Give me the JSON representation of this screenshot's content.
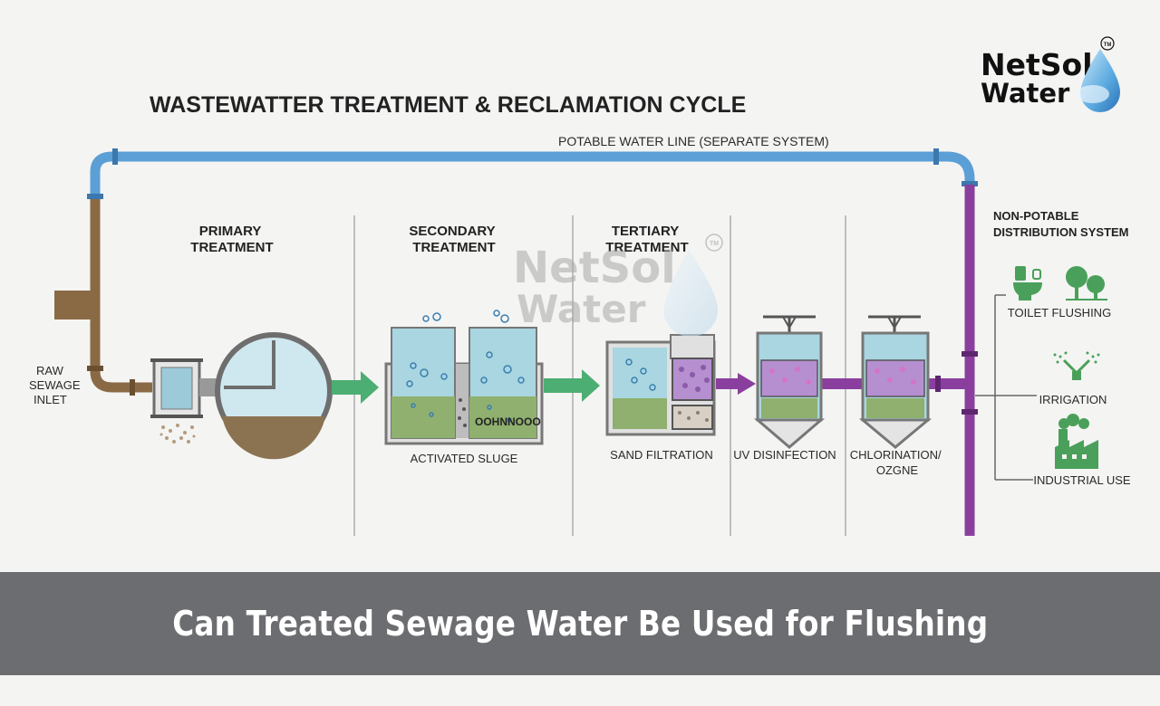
{
  "diagram": {
    "title": "WASTEWATTER TREATMENT & RECLAMATION CYCLE",
    "potable_line_label": "POTABLE WATER LINE (SEPARATE SYSTEM)",
    "inlet_label": [
      "RAW",
      "SEWAGE",
      "INLET"
    ],
    "stages": {
      "primary": [
        "PRIMARY",
        "TREATMENT"
      ],
      "secondary": [
        "SECONDARY",
        "TREATMENT"
      ],
      "tertiary": [
        "TERTIARY",
        "TREATMENT"
      ]
    },
    "tank_text": "OOHNNOOO",
    "units": {
      "activated_sludge": "ACTIVATED SLUGE",
      "sand_filtration": "SAND FILTRATION",
      "uv_disinfection": "UV DISINFECTION",
      "chlorination": [
        "CHLORINATION/",
        "OZGNE"
      ]
    },
    "distribution": {
      "title": [
        "NON-POTABLE",
        "DISTRIBUTION SYSTEM"
      ],
      "uses": [
        "TOILET FLUSHING",
        "IRRIGATION",
        "INDUSTRIAL USE"
      ]
    },
    "colors": {
      "potable_pipe": "#5b9fd6",
      "sewage_pipe": "#8a6a45",
      "treated_pipe": "#8a3f9e",
      "water": "#a9d6e0",
      "sludge": "#8fb06e",
      "flow_arrow": "#4cae72",
      "icon_green": "#4aa05a"
    }
  },
  "logo": {
    "line1": "NetSol",
    "line2": "Water",
    "trademark": "TM"
  },
  "watermark": {
    "line1": "NetSol",
    "line2": "Water",
    "trademark": "TM"
  },
  "banner": {
    "title": "Can Treated Sewage Water Be Used for Flushing"
  }
}
